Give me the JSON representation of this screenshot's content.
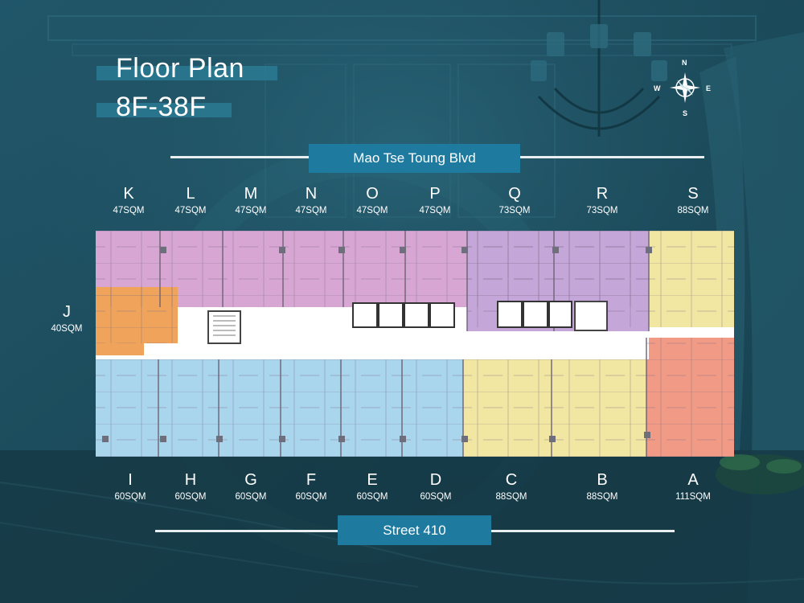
{
  "title": {
    "line1": "Floor Plan",
    "line2": "8F-38F"
  },
  "compass": {
    "n": "N",
    "s": "S",
    "e": "E",
    "w": "W",
    "icon": "compass-rose-icon"
  },
  "roads": {
    "top": "Mao Tse Toung Blvd",
    "bottom": "Street 410"
  },
  "units_top": [
    {
      "letter": "K",
      "area": "47SQM"
    },
    {
      "letter": "L",
      "area": "47SQM"
    },
    {
      "letter": "M",
      "area": "47SQM"
    },
    {
      "letter": "N",
      "area": "47SQM"
    },
    {
      "letter": "O",
      "area": "47SQM"
    },
    {
      "letter": "P",
      "area": "47SQM"
    },
    {
      "letter": "Q",
      "area": "73SQM"
    },
    {
      "letter": "R",
      "area": "73SQM"
    },
    {
      "letter": "S",
      "area": "88SQM"
    }
  ],
  "unit_side": {
    "letter": "J",
    "area": "40SQM"
  },
  "units_bottom": [
    {
      "letter": "I",
      "area": "60SQM"
    },
    {
      "letter": "H",
      "area": "60SQM"
    },
    {
      "letter": "G",
      "area": "60SQM"
    },
    {
      "letter": "F",
      "area": "60SQM"
    },
    {
      "letter": "E",
      "area": "60SQM"
    },
    {
      "letter": "D",
      "area": "60SQM"
    },
    {
      "letter": "C",
      "area": "88SQM"
    },
    {
      "letter": "B",
      "area": "88SQM"
    },
    {
      "letter": "A",
      "area": "111SQM"
    }
  ],
  "colors": {
    "background": "#1d4f5f",
    "road_label": "#1f7aa0",
    "unit_47": "#d7a6d3",
    "unit_73": "#c4a6d8",
    "unit_88": "#f1e7a2",
    "unit_60": "#a9d6ec",
    "unit_40": "#f0a35a",
    "unit_111": "#f19a86",
    "corridor": "#ffffff"
  }
}
